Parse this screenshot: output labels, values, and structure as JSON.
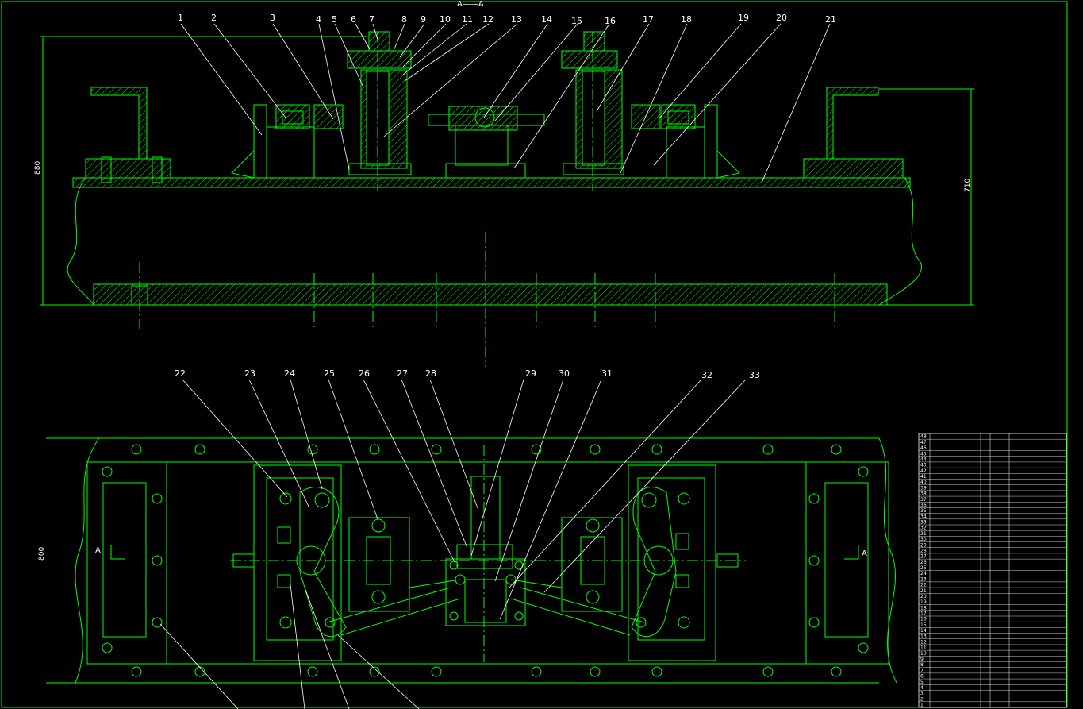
{
  "section_label": "A——A",
  "view_marker": "A",
  "dimensions": {
    "overall_height": "880",
    "inner_height": "710",
    "plan_height": "800"
  },
  "balloons_top": [
    "1",
    "2",
    "3",
    "4",
    "5",
    "6",
    "7",
    "8",
    "9",
    "10",
    "11",
    "12",
    "13",
    "14",
    "15",
    "16",
    "17",
    "18",
    "19",
    "20",
    "21"
  ],
  "balloons_bottom": [
    "22",
    "23",
    "24",
    "25",
    "26",
    "27",
    "28",
    "29",
    "30",
    "31",
    "32",
    "33"
  ],
  "bom": {
    "rows": [
      "48",
      "47",
      "46",
      "45",
      "44",
      "43",
      "42",
      "41",
      "40",
      "39",
      "38",
      "37",
      "36",
      "35",
      "34",
      "33",
      "32",
      "31",
      "30",
      "29",
      "28",
      "27",
      "26",
      "25",
      "24",
      "23",
      "22",
      "21",
      "20",
      "19",
      "18",
      "17",
      "16",
      "15",
      "14",
      "13",
      "12",
      "11",
      "10",
      "9",
      "8",
      "7",
      "6",
      "5",
      "4",
      "3",
      "2",
      "1"
    ]
  },
  "colors": {
    "background": "#000000",
    "lines": "#00ff00",
    "text": "#ffffff",
    "hatch": "#00ff00"
  }
}
